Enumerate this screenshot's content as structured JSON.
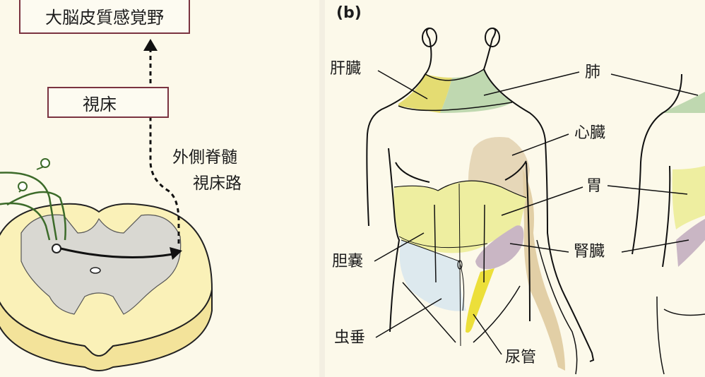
{
  "panel_a": {
    "cortex_label": "大脳皮質感覚野",
    "thalamus_label": "視床",
    "tract_label_line1": "外側脊髄",
    "tract_label_line2": "視床路"
  },
  "panel_b": {
    "panel_letter": "(b)",
    "labels": {
      "liver": "肝臓",
      "lung": "肺",
      "heart": "心臓",
      "stomach": "胃",
      "kidney": "腎臓",
      "gallbladder": "胆嚢",
      "appendix": "虫垂",
      "ureter": "尿管"
    }
  },
  "colors": {
    "liver": "#e4dc72",
    "lung": "#bfd8b0",
    "heart": "#e6d7b8",
    "stomach": "#eeeea0",
    "kidney": "#c9b6c4",
    "appendix": "#dde9ee",
    "ureter": "#ecdf3a",
    "ureter_back": "#e2cfa6"
  }
}
